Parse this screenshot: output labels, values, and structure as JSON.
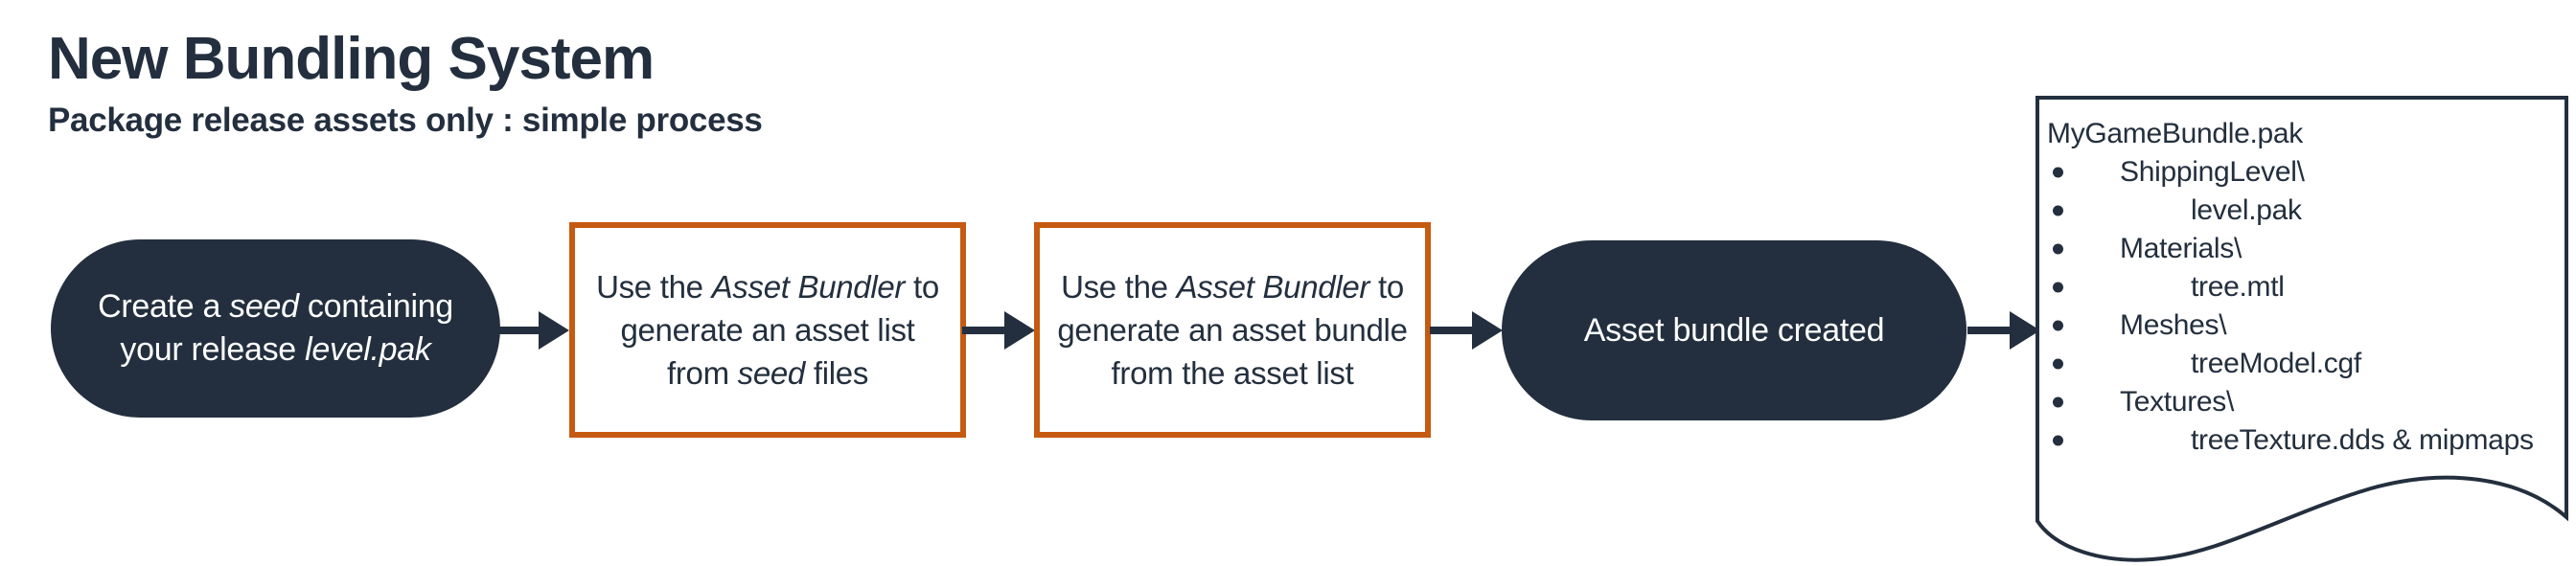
{
  "page": {
    "title": "New Bundling System",
    "subtitle": "Package release assets only : simple process"
  },
  "colors": {
    "navy": "#232F3E",
    "orange": "#C55A11",
    "text_on_dark": "#FFFFFF",
    "background": "#FFFFFF"
  },
  "flow": {
    "step1": {
      "shape": "rounded-pill",
      "lines": [
        [
          {
            "t": "Create a "
          },
          {
            "t": "seed",
            "i": true
          },
          {
            "t": " containing"
          }
        ],
        [
          {
            "t": "your release "
          },
          {
            "t": "level.pak",
            "i": true
          }
        ]
      ]
    },
    "step2": {
      "shape": "process-box",
      "lines": [
        [
          {
            "t": "Use the "
          },
          {
            "t": "Asset Bundler",
            "i": true
          },
          {
            "t": " to"
          }
        ],
        [
          {
            "t": "generate an asset list"
          }
        ],
        [
          {
            "t": "from "
          },
          {
            "t": "seed",
            "i": true
          },
          {
            "t": " files"
          }
        ]
      ]
    },
    "step3": {
      "shape": "process-box",
      "lines": [
        [
          {
            "t": "Use the "
          },
          {
            "t": "Asset Bundler",
            "i": true
          },
          {
            "t": " to"
          }
        ],
        [
          {
            "t": "generate an asset bundle"
          }
        ],
        [
          {
            "t": "from the asset list"
          }
        ]
      ]
    },
    "step4": {
      "shape": "rounded-pill",
      "lines": [
        [
          {
            "t": "Asset bundle created"
          }
        ]
      ]
    }
  },
  "output_document": {
    "title": "MyGameBundle.pak",
    "items": [
      {
        "text": "ShippingLevel\\",
        "indent": 1
      },
      {
        "text": "level.pak",
        "indent": 2
      },
      {
        "text": "Materials\\",
        "indent": 1
      },
      {
        "text": "tree.mtl",
        "indent": 2
      },
      {
        "text": "Meshes\\",
        "indent": 1
      },
      {
        "text": "treeModel.cgf",
        "indent": 2
      },
      {
        "text": "Textures\\",
        "indent": 1
      },
      {
        "text": "treeTexture.dds & mipmaps",
        "indent": 2
      }
    ]
  }
}
